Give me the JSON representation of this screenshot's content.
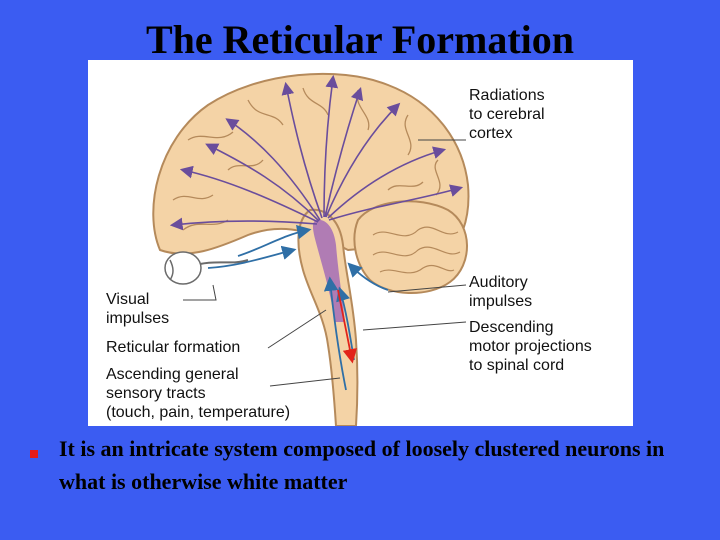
{
  "slide": {
    "title": "The Reticular Formation",
    "bullet_text": "It is an intricate system composed of loosely clustered neurons in what is otherwise white matter"
  },
  "diagram": {
    "labels": {
      "radiations": "Radiations\nto cerebral\ncortex",
      "auditory": "Auditory\nimpulses",
      "descending": "Descending\nmotor projections\nto spinal cord",
      "visual": "Visual\nimpulses",
      "reticular": "Reticular formation",
      "ascending": "Ascending general\nsensory tracts\n(touch, pain, temperature)"
    },
    "colors": {
      "brain_fill": "#f4d3a6",
      "brain_outline": "#b58a5b",
      "ascending_arrows": "#6a4d9c",
      "input_arrows": "#2f6fa6",
      "descending_arrows": "#e2231a",
      "reticular_core": "#9a5fb8"
    }
  },
  "icons": {
    "bullet": "square-bullet-icon"
  }
}
